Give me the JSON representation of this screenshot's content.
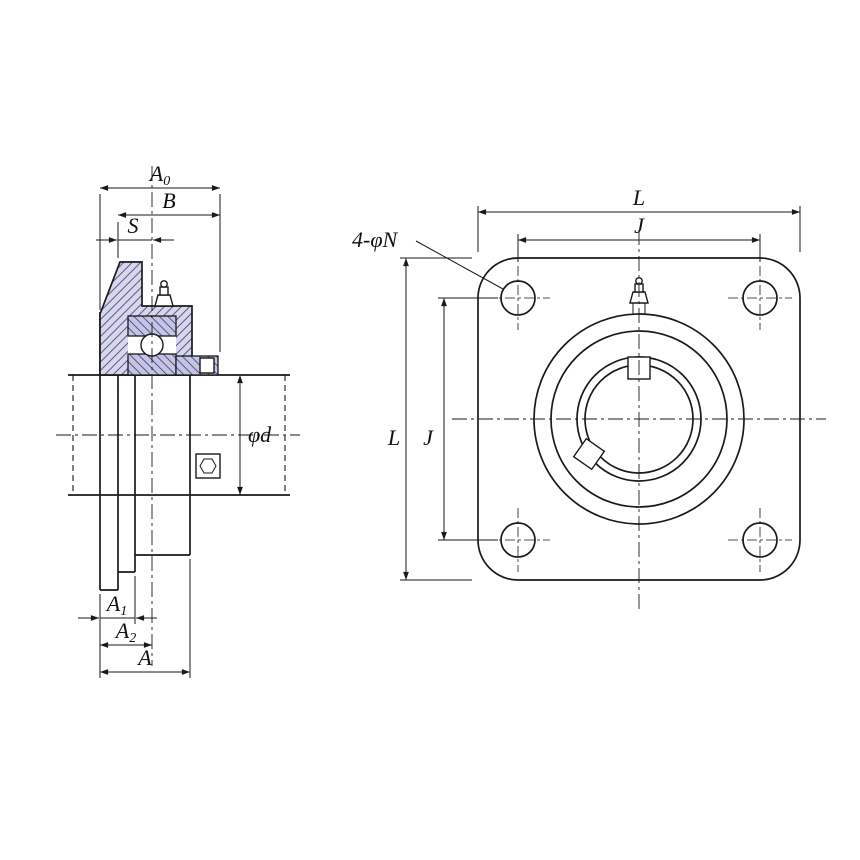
{
  "colors": {
    "background": "#ffffff",
    "line": "#1a1a1a",
    "bearing_fill_housing": "#d6d6ee",
    "bearing_fill_insert": "#c4c4e6"
  },
  "side_view": {
    "dim_labels": {
      "a0_base": "A",
      "a0_sub": "0",
      "b": "B",
      "s": "S",
      "phi_d": "φd",
      "a1_base": "A",
      "a1_sub": "1",
      "a2_base": "A",
      "a2_sub": "2",
      "a": "A"
    }
  },
  "front_view": {
    "dim_labels": {
      "l_top": "L",
      "j_top": "J",
      "l_side": "L",
      "j_side": "J",
      "bolt_note": "4-φN"
    }
  }
}
